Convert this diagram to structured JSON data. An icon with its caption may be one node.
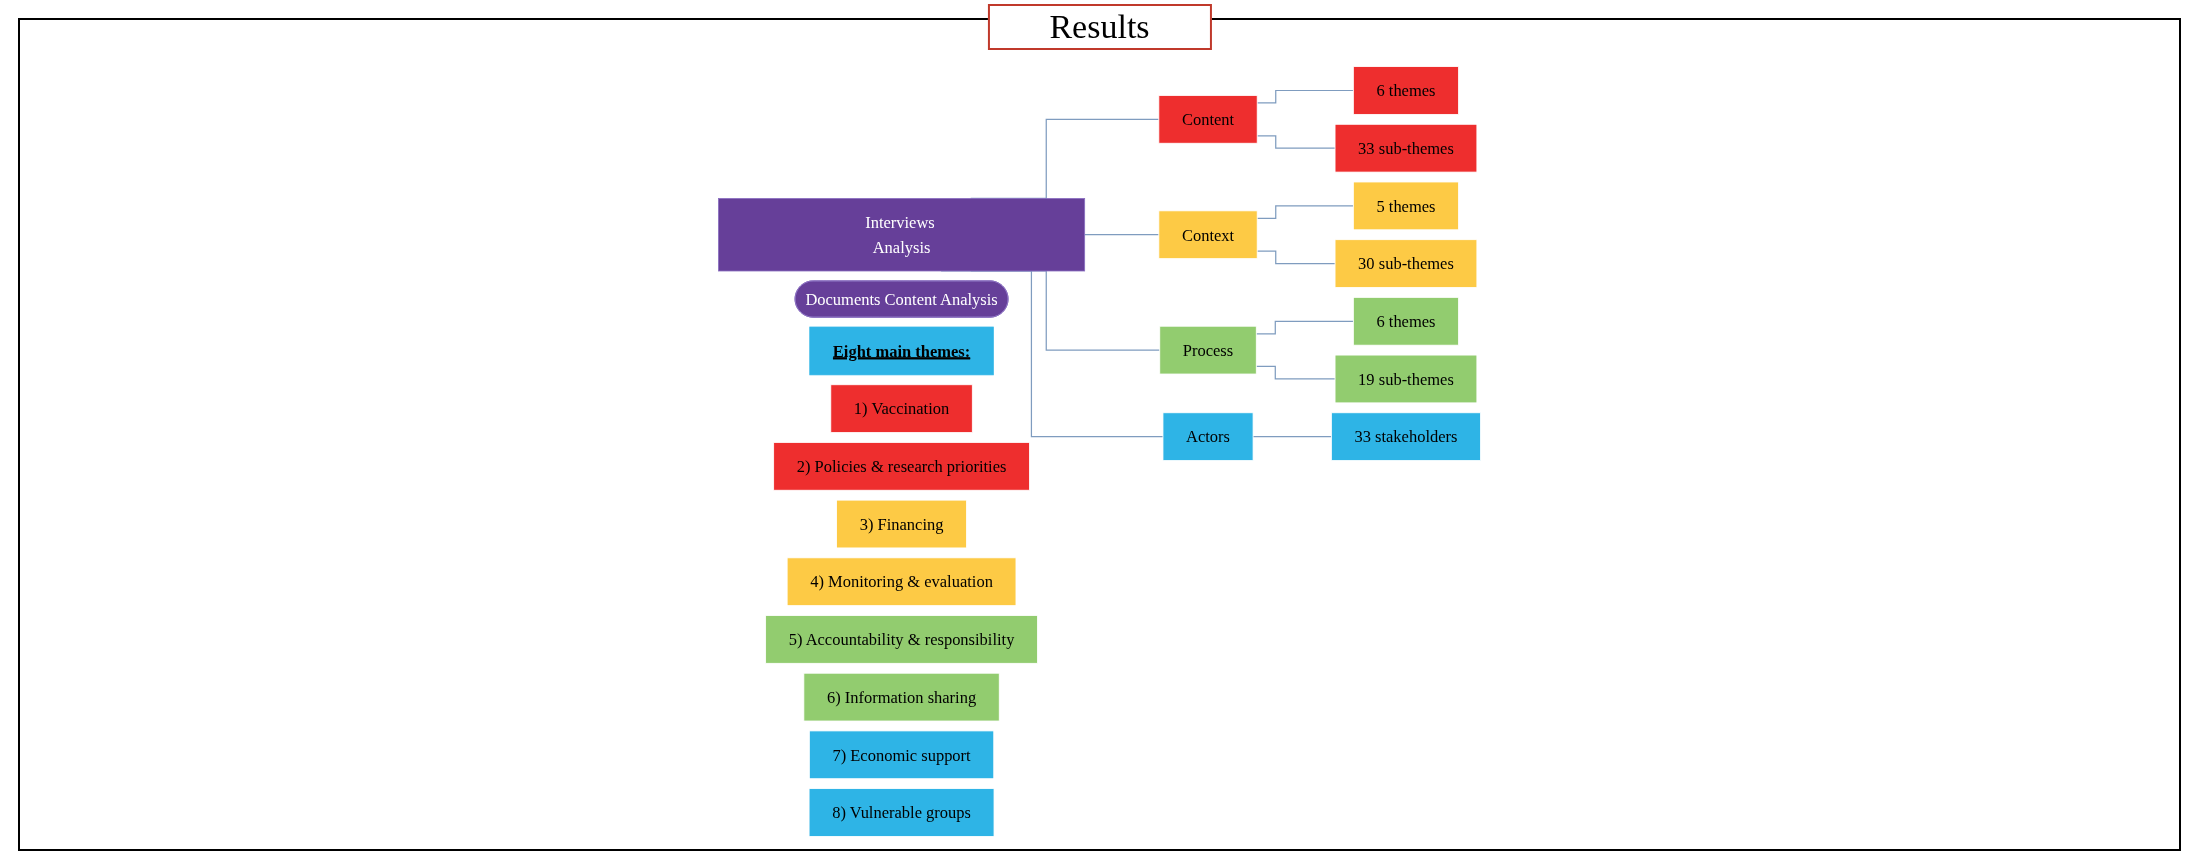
{
  "diagram": {
    "title": "Results",
    "nodes": [
      {
        "text": [
          "Eight main themes:"
        ]
      },
      {
        "text": [
          "1) Vaccination"
        ]
      },
      {
        "text": [
          "2) Policies & research priorities"
        ]
      },
      {
        "text": [
          "3) Financing"
        ]
      },
      {
        "text": [
          "4) Monitoring & evaluation"
        ]
      },
      {
        "text": [
          "5) Accountability & responsibility"
        ]
      },
      {
        "text": [
          "6) Information sharing"
        ]
      },
      {
        "text": [
          "7) Economic support"
        ]
      },
      {
        "text": [
          "8) Vulnerable groups"
        ]
      },
      {
        "text": [
          "Documents Content Analysis"
        ]
      },
      {
        "text": [
          "Interviews Analysis"
        ]
      },
      {
        "text": [
          "Content"
        ]
      },
      {
        "text": [
          "6 themes"
        ]
      },
      {
        "text": [
          "33 sub-themes"
        ]
      },
      {
        "text": [
          "Context"
        ]
      },
      {
        "text": [
          "5 themes"
        ]
      },
      {
        "text": [
          "30 sub-themes"
        ]
      },
      {
        "text": [
          "Process"
        ]
      },
      {
        "text": [
          "6 themes"
        ]
      },
      {
        "text": [
          "19 sub-themes"
        ]
      },
      {
        "text": [
          "Actors"
        ]
      },
      {
        "text": [
          "33 stakeholders"
        ]
      }
    ],
    "edges": [
      {
        "from": 10,
        "to": 11,
        "arrow": "none"
      },
      {
        "from": 10,
        "to": 14,
        "arrow": "none"
      },
      {
        "from": 10,
        "to": 17,
        "arrow": "none"
      },
      {
        "from": 10,
        "to": 20,
        "arrow": "none"
      },
      {
        "from": 11,
        "to": 12,
        "arrow": "none"
      },
      {
        "from": 11,
        "to": 13,
        "arrow": "none"
      },
      {
        "from": 14,
        "to": 15,
        "arrow": "none"
      },
      {
        "from": 14,
        "to": 16,
        "arrow": "none"
      },
      {
        "from": 17,
        "to": 18,
        "arrow": "none"
      },
      {
        "from": 17,
        "to": 19,
        "arrow": "none"
      },
      {
        "from": 20,
        "to": 21,
        "arrow": "none"
      }
    ]
  }
}
